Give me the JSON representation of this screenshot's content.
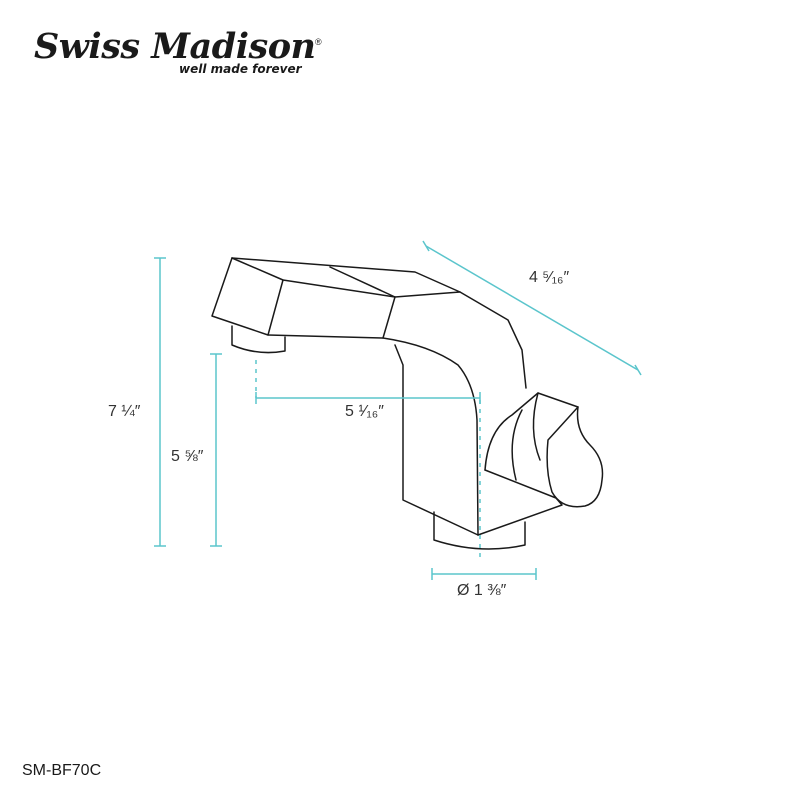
{
  "brand": {
    "name": "Swiss Madison",
    "registered": "®",
    "tagline": "well made forever"
  },
  "dimensions": {
    "overall_height": "7 ¼″",
    "spout_height": "5 ⅝″",
    "spout_reach": "5 ¹⁄₁₆″",
    "overall_depth": "4 ⁵⁄₁₆″",
    "base_diameter": "Ø 1 ⅜″"
  },
  "model": "SM-BF70C",
  "colors": {
    "dimension_line": "#5bc5cc",
    "outline": "#1a1a1a"
  }
}
